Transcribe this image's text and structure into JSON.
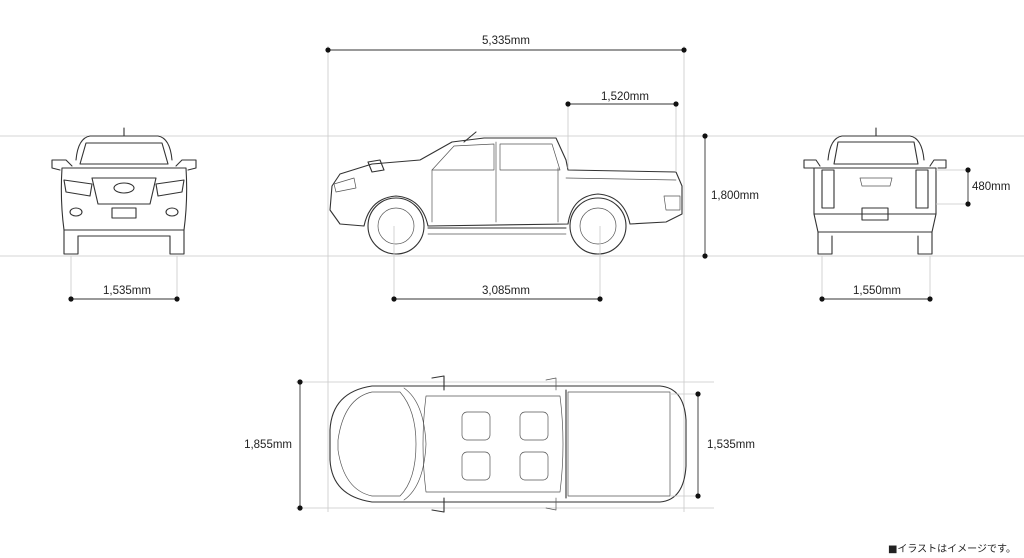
{
  "dimensions": {
    "overall_length": "5,335mm",
    "deck_length": "1,520mm",
    "overall_height": "1,800mm",
    "deck_height": "480mm",
    "front_tread": "1,535mm",
    "wheelbase": "3,085mm",
    "rear_tread": "1,550mm",
    "overall_width": "1,855mm",
    "deck_width": "1,535mm"
  },
  "footnote": "■イラストはイメージです。"
}
